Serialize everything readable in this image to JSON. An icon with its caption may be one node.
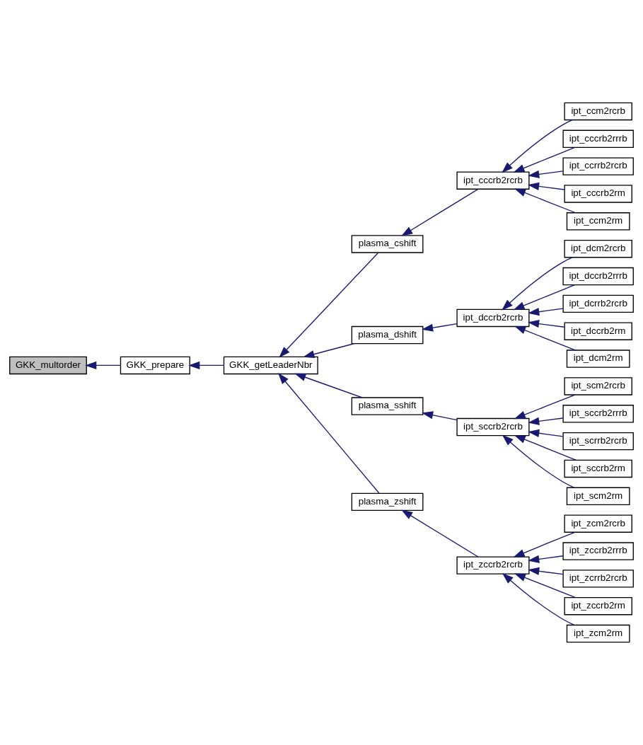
{
  "diagram": {
    "nodes": [
      {
        "text": [
          "GKK_multorder"
        ]
      },
      {
        "text": [
          "GKK_prepare"
        ]
      },
      {
        "text": [
          "GKK_getLeaderNbr"
        ]
      },
      {
        "text": [
          "plasma_cshift"
        ]
      },
      {
        "text": [
          "ipt_cccrb2rcrb"
        ]
      },
      {
        "text": [
          "ipt_ccm2rcrb"
        ]
      },
      {
        "text": [
          "ipt_cccrb2rrrb"
        ]
      },
      {
        "text": [
          "ipt_ccrrb2rcrb"
        ]
      },
      {
        "text": [
          "ipt_cccrb2rm"
        ]
      },
      {
        "text": [
          "ipt_ccm2rm"
        ]
      },
      {
        "text": [
          "plasma_dshift"
        ]
      },
      {
        "text": [
          "ipt_dccrb2rcrb"
        ]
      },
      {
        "text": [
          "ipt_dcm2rcrb"
        ]
      },
      {
        "text": [
          "ipt_dccrb2rrrb"
        ]
      },
      {
        "text": [
          "ipt_dcrrb2rcrb"
        ]
      },
      {
        "text": [
          "ipt_dccrb2rm"
        ]
      },
      {
        "text": [
          "ipt_dcm2rm"
        ]
      },
      {
        "text": [
          "plasma_sshift"
        ]
      },
      {
        "text": [
          "ipt_sccrb2rcrb"
        ]
      },
      {
        "text": [
          "ipt_scm2rcrb"
        ]
      },
      {
        "text": [
          "ipt_sccrb2rrrb"
        ]
      },
      {
        "text": [
          "ipt_scrrb2rcrb"
        ]
      },
      {
        "text": [
          "ipt_sccrb2rm"
        ]
      },
      {
        "text": [
          "ipt_scm2rm"
        ]
      },
      {
        "text": [
          "plasma_zshift"
        ]
      },
      {
        "text": [
          "ipt_zccrb2rcrb"
        ]
      },
      {
        "text": [
          "ipt_zcm2rcrb"
        ]
      },
      {
        "text": [
          "ipt_zccrb2rrrb"
        ]
      },
      {
        "text": [
          "ipt_zcrrb2rcrb"
        ]
      },
      {
        "text": [
          "ipt_zccrb2rm"
        ]
      },
      {
        "text": [
          "ipt_zcm2rm"
        ]
      }
    ],
    "edges": [
      {
        "from": 1,
        "to": 0,
        "arrow": "to"
      },
      {
        "from": 2,
        "to": 1,
        "arrow": "to"
      },
      {
        "from": 3,
        "to": 2,
        "arrow": "to"
      },
      {
        "from": 4,
        "to": 3,
        "arrow": "to"
      },
      {
        "from": 5,
        "to": 4,
        "arrow": "to"
      },
      {
        "from": 6,
        "to": 4,
        "arrow": "to"
      },
      {
        "from": 7,
        "to": 4,
        "arrow": "to"
      },
      {
        "from": 8,
        "to": 4,
        "arrow": "to"
      },
      {
        "from": 9,
        "to": 4,
        "arrow": "to"
      },
      {
        "from": 10,
        "to": 2,
        "arrow": "to"
      },
      {
        "from": 11,
        "to": 10,
        "arrow": "to"
      },
      {
        "from": 12,
        "to": 11,
        "arrow": "to"
      },
      {
        "from": 13,
        "to": 11,
        "arrow": "to"
      },
      {
        "from": 14,
        "to": 11,
        "arrow": "to"
      },
      {
        "from": 15,
        "to": 11,
        "arrow": "to"
      },
      {
        "from": 16,
        "to": 11,
        "arrow": "to"
      },
      {
        "from": 17,
        "to": 2,
        "arrow": "to"
      },
      {
        "from": 18,
        "to": 17,
        "arrow": "to"
      },
      {
        "from": 19,
        "to": 18,
        "arrow": "to"
      },
      {
        "from": 20,
        "to": 18,
        "arrow": "to"
      },
      {
        "from": 21,
        "to": 18,
        "arrow": "to"
      },
      {
        "from": 22,
        "to": 18,
        "arrow": "to"
      },
      {
        "from": 23,
        "to": 18,
        "arrow": "to"
      },
      {
        "from": 24,
        "to": 2,
        "arrow": "to"
      },
      {
        "from": 25,
        "to": 24,
        "arrow": "to"
      },
      {
        "from": 26,
        "to": 25,
        "arrow": "to"
      },
      {
        "from": 27,
        "to": 25,
        "arrow": "to"
      },
      {
        "from": 28,
        "to": 25,
        "arrow": "to"
      },
      {
        "from": 29,
        "to": 25,
        "arrow": "to"
      },
      {
        "from": 30,
        "to": 25,
        "arrow": "to"
      }
    ]
  }
}
